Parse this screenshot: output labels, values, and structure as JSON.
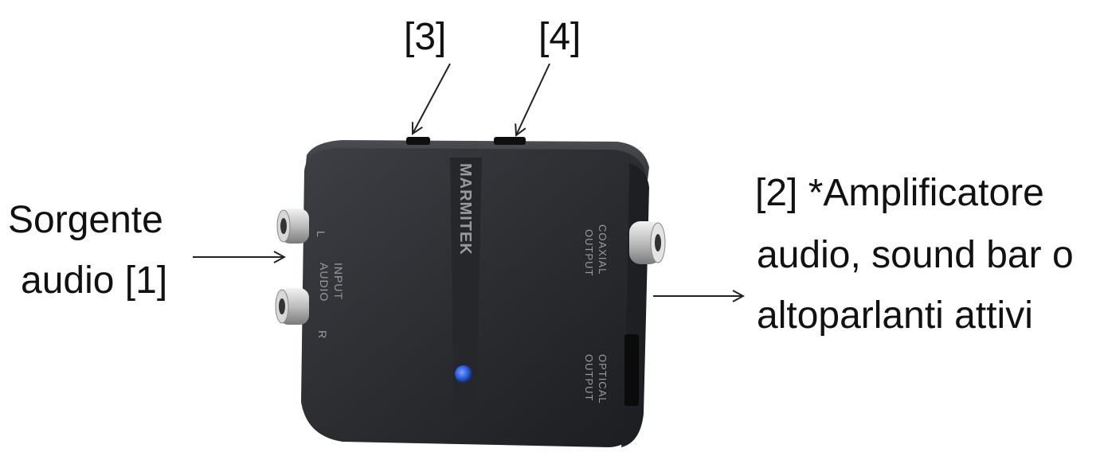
{
  "labels": {
    "port3": "[3]",
    "port4": "[4]",
    "source": {
      "line1": "Sorgente",
      "line2": "audio [1]"
    },
    "output": {
      "line1": "[2] *Amplificatore",
      "line2": "audio, sound bar o",
      "line3": "altoparlanti attivi"
    }
  },
  "device": {
    "brand": "MARMITEK",
    "input_line1": "INPUT",
    "input_line2": "AUDIO",
    "input_left": "L",
    "input_right": "R",
    "coax_line1": "OUTPUT",
    "coax_line2": "COAXIAL",
    "optical_line1": "OUTPUT",
    "optical_line2": "OPTICAL"
  },
  "colors": {
    "device_body": "#2b2d31",
    "device_top": "#3a3c41",
    "led": "#2a5bd8",
    "text": "#111111"
  },
  "icons": {
    "arrow": "arrow-icon",
    "led": "blue-led-icon"
  }
}
